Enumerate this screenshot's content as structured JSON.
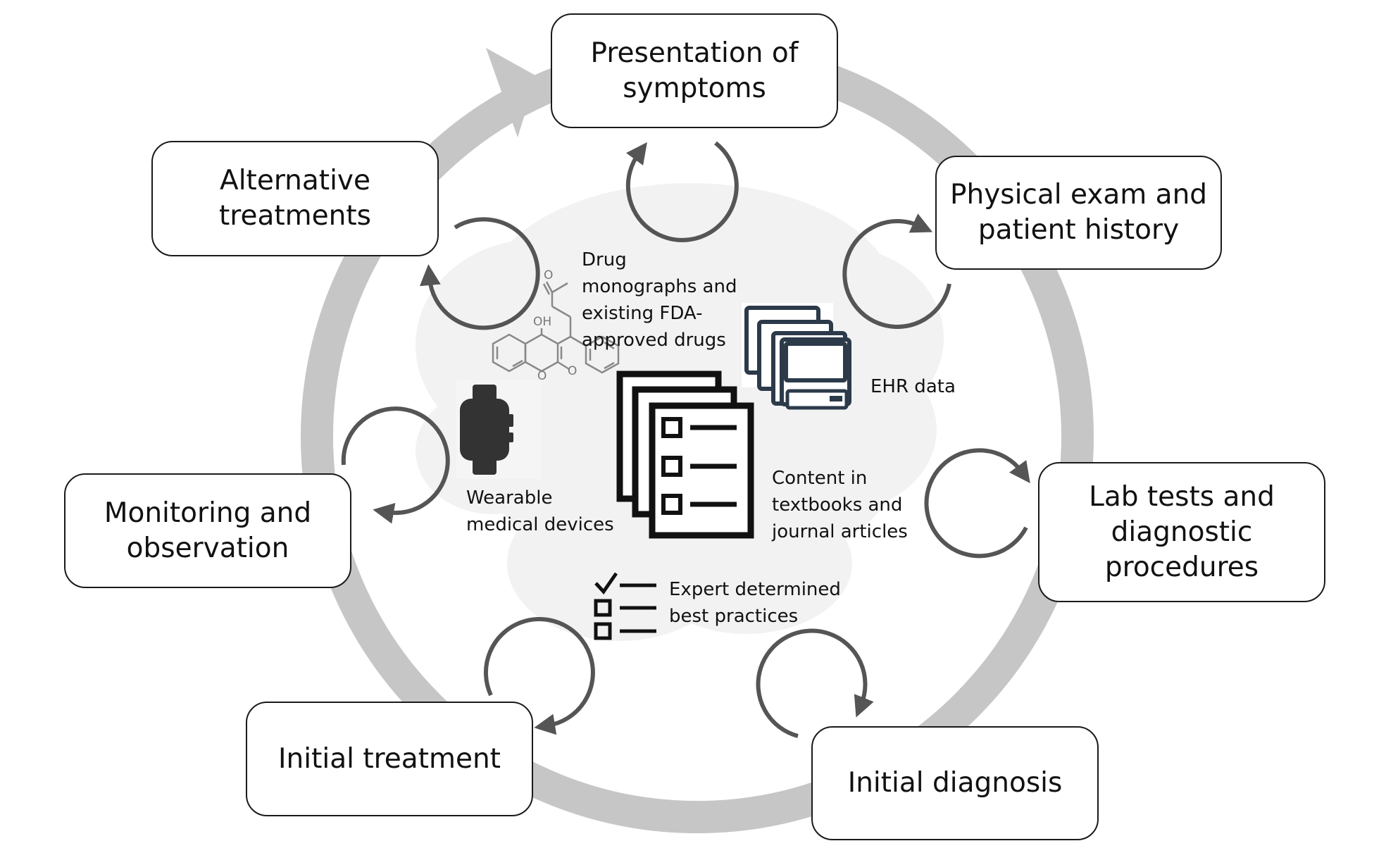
{
  "stages": [
    {
      "id": "presentation",
      "label": "Presentation of\nsymptoms"
    },
    {
      "id": "physical-exam",
      "label": "Physical exam and\npatient history"
    },
    {
      "id": "lab-tests",
      "label": "Lab tests and\ndiagnostic\nprocedures"
    },
    {
      "id": "initial-diagnosis",
      "label": "Initial diagnosis"
    },
    {
      "id": "initial-treatment",
      "label": "Initial treatment"
    },
    {
      "id": "monitoring",
      "label": "Monitoring and\nobservation"
    },
    {
      "id": "alternative",
      "label": "Alternative\ntreatments"
    }
  ],
  "sources": {
    "drugs": "Drug\nmonographs and\nexisting FDA-\napproved drugs",
    "ehr": "EHR data",
    "content": "Content in\ntextbooks and\njournal articles",
    "wearable": "Wearable\nmedical devices",
    "expert": "Expert determined\nbest practices"
  },
  "molecule_atoms": {
    "oh": "OH",
    "o_ring": "O",
    "o_carbonyl": "O",
    "o_ketone": "O"
  },
  "colors": {
    "ring": "#c6c6c6",
    "cloud": "#f2f2f2",
    "arrow": "#555555",
    "box_border": "#1a1a1a",
    "ehr_icon": "#2c3a4a",
    "icon": "#111111"
  }
}
